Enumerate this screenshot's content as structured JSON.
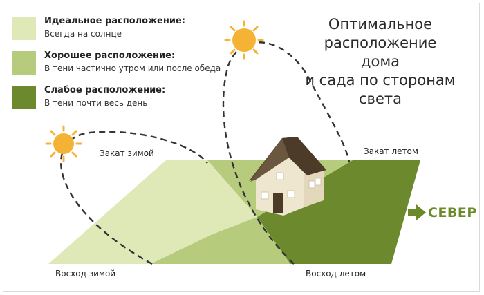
{
  "legend": [
    {
      "heading": "Идеальное расположение:",
      "text": "Всегда на солнце",
      "color": "#dfe9b8"
    },
    {
      "heading": "Хорошее расположение:",
      "text": "В тени частично утром или после обеда",
      "color": "#b7cb7d"
    },
    {
      "heading": "Слабое расположение:",
      "text": "В тени почти весь день",
      "color": "#6c8a2d"
    }
  ],
  "title_lines": [
    "Оптимальное",
    "расположение дома",
    "и сада по сторонам",
    "света"
  ],
  "labels": {
    "sunset_winter": "Закат зимой",
    "sunset_summer": "Закат летом",
    "sunrise_winter": "Восход зимой",
    "sunrise_summer": "Восход летом",
    "north": "СЕВЕР"
  },
  "colors": {
    "ideal": "#dfe9b8",
    "good": "#b7cb7d",
    "weak": "#6c8a2d",
    "sun": "#f5b335",
    "roof": "#5c4a33",
    "house": "#efe6cf",
    "arrow": "#6b8a2a"
  }
}
